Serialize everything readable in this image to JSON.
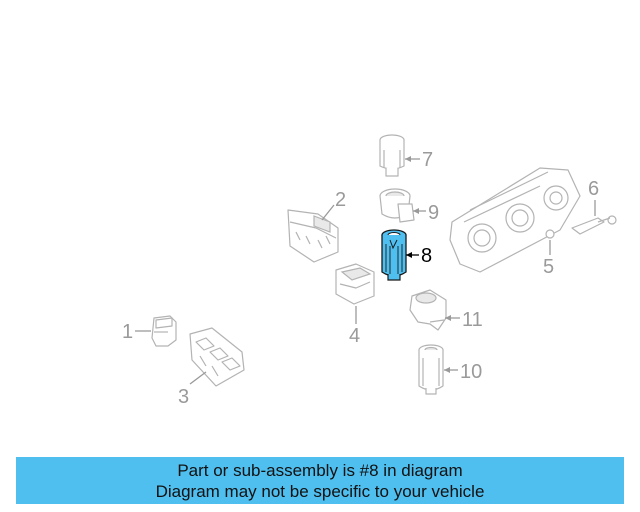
{
  "highlight_color": "#4fbfef",
  "callouts": {
    "c1": "1",
    "c2": "2",
    "c3": "3",
    "c4": "4",
    "c5": "5",
    "c6": "6",
    "c7": "7",
    "c8": "8",
    "c9": "9",
    "c10": "10",
    "c11": "11"
  },
  "banner": {
    "line1": "Part or sub-assembly is #8 in diagram",
    "line2": "Diagram may not be specific to your vehicle"
  }
}
